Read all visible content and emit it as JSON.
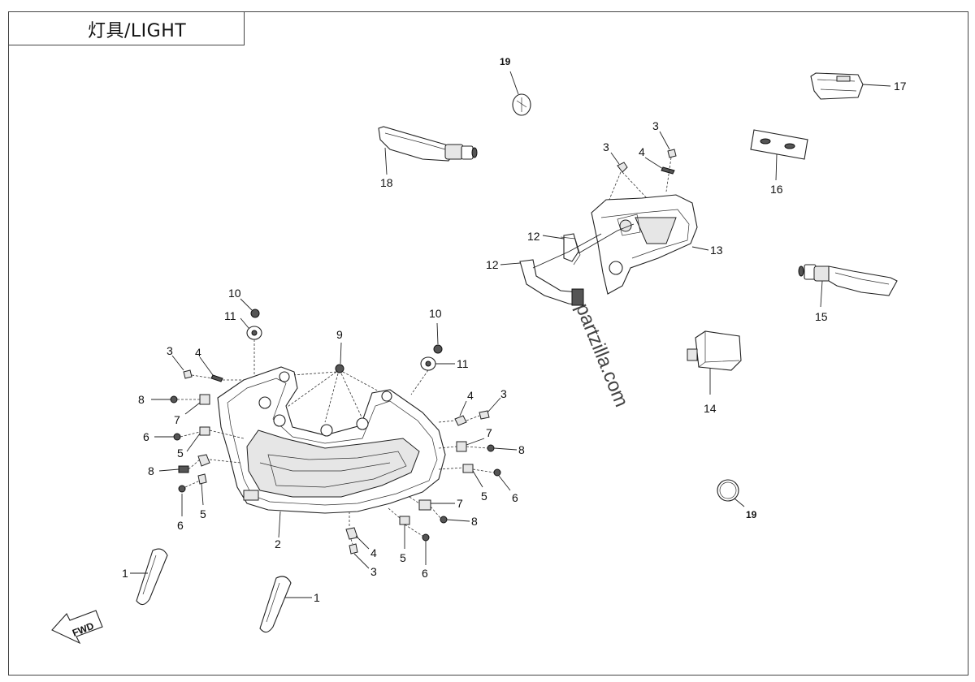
{
  "title": "灯具/LIGHT",
  "watermark": "partzilla.com",
  "fwd_label": "FWD",
  "callouts": {
    "c1a": "1",
    "c1b": "1",
    "c2": "2",
    "c3a": "3",
    "c3b": "3",
    "c3c": "3",
    "c3d": "3",
    "c3e": "3",
    "c4a": "4",
    "c4b": "4",
    "c4c": "4",
    "c4d": "4",
    "c5a": "5",
    "c5b": "5",
    "c5c": "5",
    "c5d": "5",
    "c6a": "6",
    "c6b": "6",
    "c6c": "6",
    "c6d": "6",
    "c7a": "7",
    "c7b": "7",
    "c7c": "7",
    "c8a": "8",
    "c8b": "8",
    "c8c": "8",
    "c8d": "8",
    "c9": "9",
    "c10a": "10",
    "c10b": "10",
    "c11a": "11",
    "c11b": "11",
    "c12a": "12",
    "c12b": "12",
    "c13": "13",
    "c14": "14",
    "c15": "15",
    "c16": "16",
    "c17": "17",
    "c18": "18",
    "c19a": "19",
    "c19b": "19"
  }
}
